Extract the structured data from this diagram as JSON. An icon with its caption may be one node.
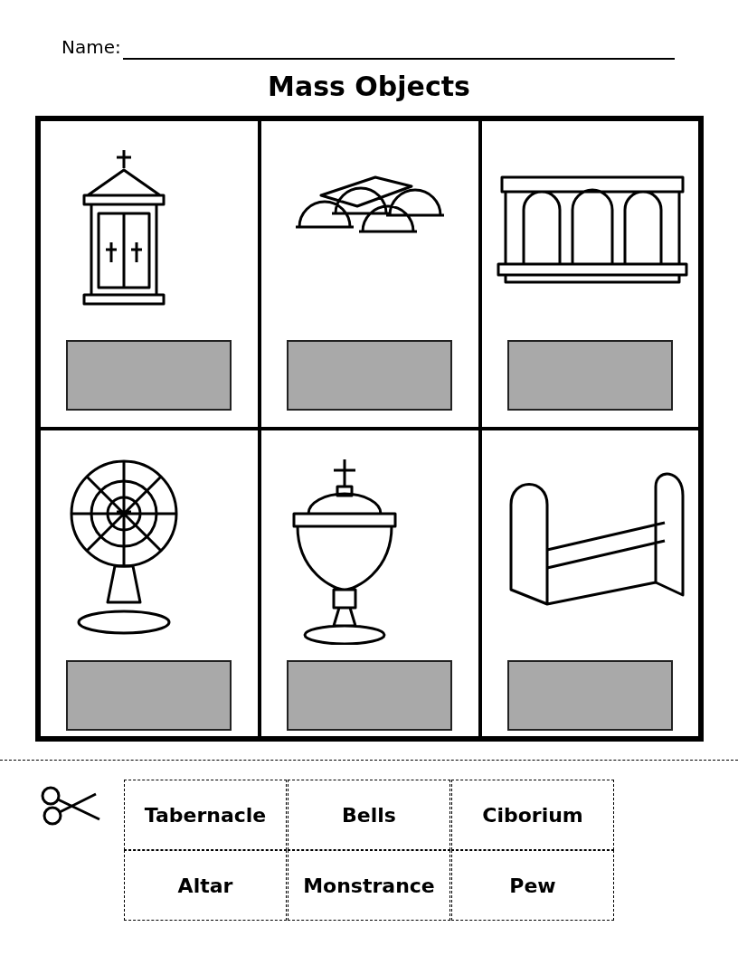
{
  "diagram": {
    "title": "Mass Objects",
    "labels": [
      "Name:",
      "Tabernacle",
      "Bells",
      "Ciborium",
      "Altar",
      "Monstrance",
      "Pew"
    ]
  }
}
